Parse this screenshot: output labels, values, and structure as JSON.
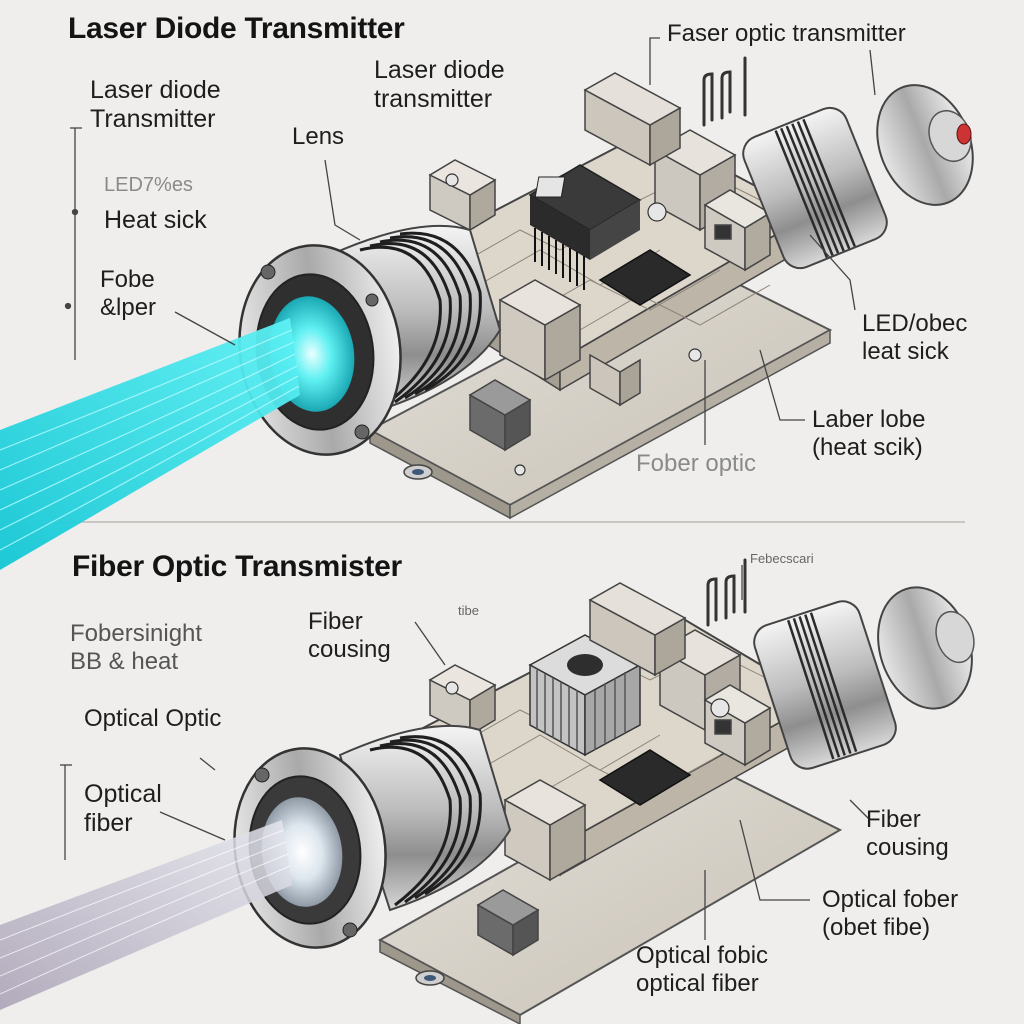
{
  "top": {
    "title": "Laser Diode Transmitter",
    "labels": {
      "laser_diode_left": "Laser diode\nTransmitter",
      "lens": "Lens",
      "led_small": "LED7%es",
      "heat_sick": "Heat sick",
      "fober_lper": "Fobe\n&lper",
      "laser_diode_center": "Laser diode\ntransmitter",
      "faser_optic": "Faser optic transmitter",
      "led_obec": "LED/obec\nleat sick",
      "laber_lobe": "Laber lobe\n(heat scik)",
      "fober_optic": "Fober optic"
    }
  },
  "bottom": {
    "title": "Fiber Optic Transmister",
    "labels": {
      "fobersing": "Fobersinight\nBB & heat",
      "optical_optic": "Optical Optic",
      "optical_fiber_left": "Optical\nfiber",
      "fiber_cousing_center": "Fiber\ncousing",
      "tiny_fibe": "tibe",
      "tiny_top": "Febecscari",
      "fiber_cousing_right": "Fiber\ncousing",
      "optical_fober": "Optical fober\n(obet fibe)",
      "optical_fobic": "Optical fobic\noptical fiber"
    }
  },
  "colors": {
    "background": "#efeeec",
    "beam_top": "#22d3df",
    "beam_bottom": "#b9b9c6",
    "metal": "#c9c9c9",
    "board": "#d8d3cb"
  }
}
